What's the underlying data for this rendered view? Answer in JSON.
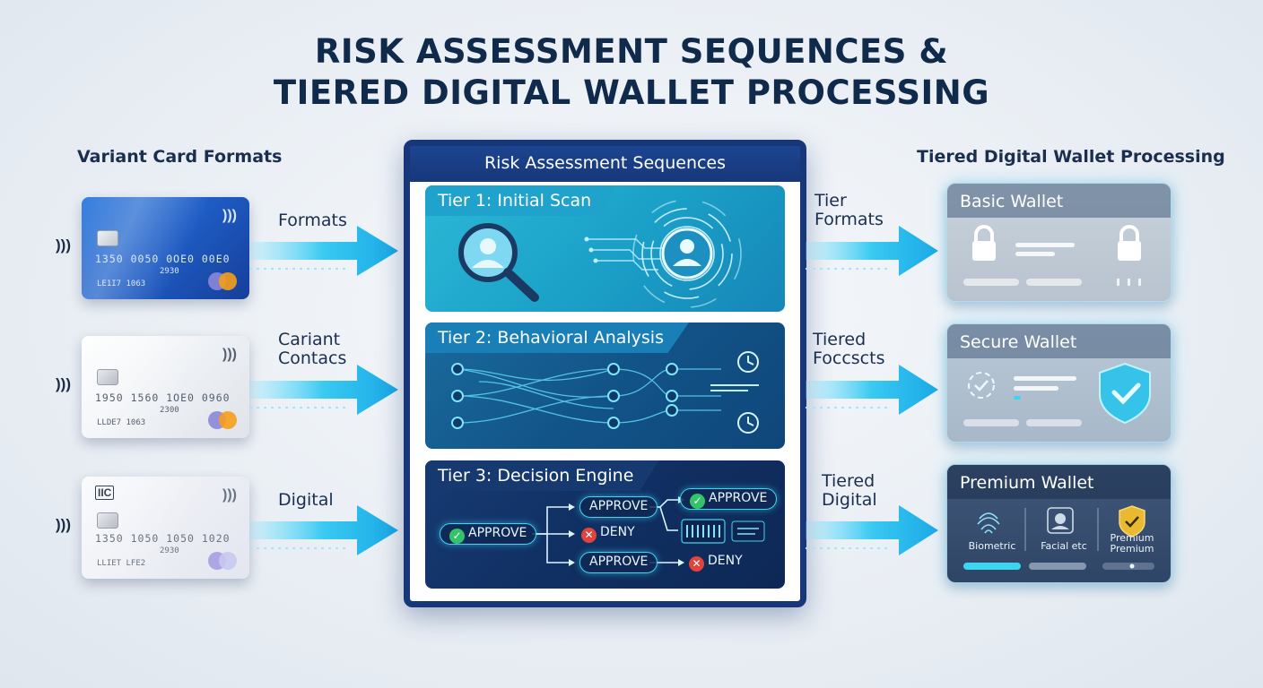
{
  "title": {
    "line1": "RISK ASSESSMENT SEQUENCES &",
    "line2": "TIERED DIGITAL WALLET PROCESSING"
  },
  "left": {
    "heading": "Variant Card Formats",
    "cards": [
      {
        "number": "1350  0050  0OE0  00E0",
        "sub": "2930",
        "name": "LE1I7   1063"
      },
      {
        "number": "1950  1560  1OE0  0960",
        "sub": "2300",
        "name": "LLDE7   1063"
      },
      {
        "number": "1350  1050  1050  1020",
        "sub": "2930",
        "name": "LLIET   LFE2",
        "logo": "IIC"
      }
    ],
    "arrow_labels": [
      "Formats",
      "Cariant\nContacs",
      "Digital"
    ]
  },
  "center": {
    "heading": "Risk Assessment Sequences",
    "tiers": [
      {
        "label": "Tier 1: Initial Scan"
      },
      {
        "label": "Tier 2: Behavioral Analysis"
      },
      {
        "label": "Tier 3: Decision Engine"
      }
    ],
    "decision": {
      "start": "APPROVE",
      "mid_approve_1": "APPROVE",
      "mid_deny": "DENY",
      "mid_approve_2": "APPROVE",
      "end_approve": "APPROVE",
      "end_deny": "DENY"
    }
  },
  "right": {
    "heading": "Tiered Digital Wallet Processing",
    "arrow_labels": [
      "Tier\nFormats",
      "Tiered\nFoccscts",
      "Tiered\nDigital"
    ],
    "wallets": [
      {
        "title": "Basic Wallet"
      },
      {
        "title": "Secure Wallet"
      },
      {
        "title": "Premium Wallet",
        "features": [
          "Biometric",
          "Facial etc",
          "Premium\nPremium"
        ]
      }
    ]
  },
  "colors": {
    "navy": "#17377a",
    "cyan": "#3dd6f2",
    "approve": "#33c46a",
    "deny": "#e2433a"
  }
}
